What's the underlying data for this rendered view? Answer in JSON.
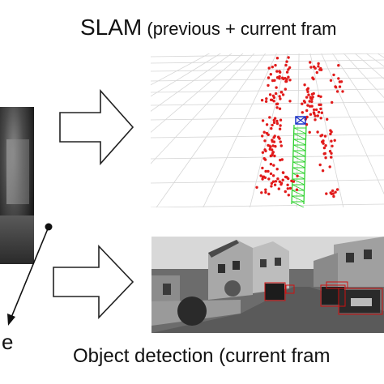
{
  "title_slam": {
    "main": "SLAM",
    "sub": " (previous + current fram"
  },
  "title_detection": "Object detection (current fram",
  "left_caption": "e",
  "colors": {
    "map_points": "#e11b1b",
    "trajectory": "#2fd12f",
    "camera": "#1a32c8",
    "detection_box": "#d01010",
    "grid": "#d6d6d6"
  }
}
